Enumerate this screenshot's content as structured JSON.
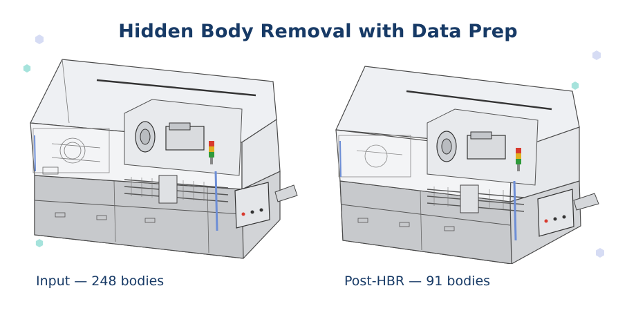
{
  "title": "Hidden Body Removal with Data Prep",
  "panels": [
    {
      "caption": "Input — 248 bodies"
    },
    {
      "caption": "Post-HBR — 91 bodies"
    }
  ],
  "colors": {
    "title": "#173a66",
    "hex_teal": "#a6e3dc",
    "hex_lavender": "#d6dcf4",
    "machine_outline": "#4a4a4a",
    "machine_glass": "#eef0f3",
    "machine_base": "#d2d4d7",
    "signal_red": "#d83a2e",
    "signal_yellow": "#e0b020",
    "signal_green": "#2f9a3a"
  },
  "icons": [
    "hexagon-icon",
    "cnc-lathe-machine"
  ]
}
